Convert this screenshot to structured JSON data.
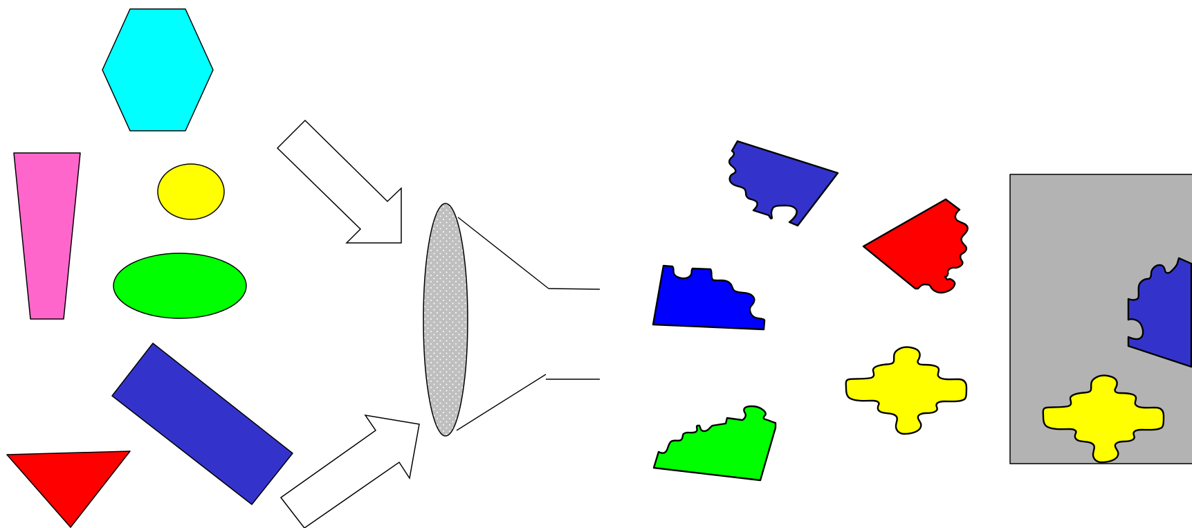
{
  "colors": {
    "cyan": "#00ffff",
    "pink": "#ff66cc",
    "yellow": "#ffff00",
    "green": "#00ff00",
    "blue": "#3333cc",
    "bright_blue": "#0000ff",
    "red": "#ff0000",
    "funnel_fill": "#bfbfbf",
    "board_fill": "#b3b3b3",
    "outline": "#000000",
    "arrow_fill": "#ffffff"
  },
  "shapes": [
    {
      "name": "hexagon",
      "color_key": "cyan"
    },
    {
      "name": "trapezoid",
      "color_key": "pink"
    },
    {
      "name": "small-circle",
      "color_key": "yellow"
    },
    {
      "name": "ellipse",
      "color_key": "green"
    },
    {
      "name": "rectangle",
      "color_key": "blue"
    },
    {
      "name": "triangle",
      "color_key": "red"
    }
  ],
  "puzzle_pieces": [
    {
      "name": "puzzle-piece-blue-top",
      "color_key": "blue"
    },
    {
      "name": "puzzle-piece-blue-left",
      "color_key": "bright_blue"
    },
    {
      "name": "puzzle-piece-green",
      "color_key": "green"
    },
    {
      "name": "puzzle-piece-red",
      "color_key": "red"
    },
    {
      "name": "puzzle-piece-yellow",
      "color_key": "yellow"
    }
  ],
  "board": {
    "fill_key": "board_fill",
    "placed_pieces": [
      {
        "name": "placed-piece-blue",
        "color_key": "blue"
      },
      {
        "name": "placed-piece-yellow",
        "color_key": "yellow"
      }
    ]
  }
}
